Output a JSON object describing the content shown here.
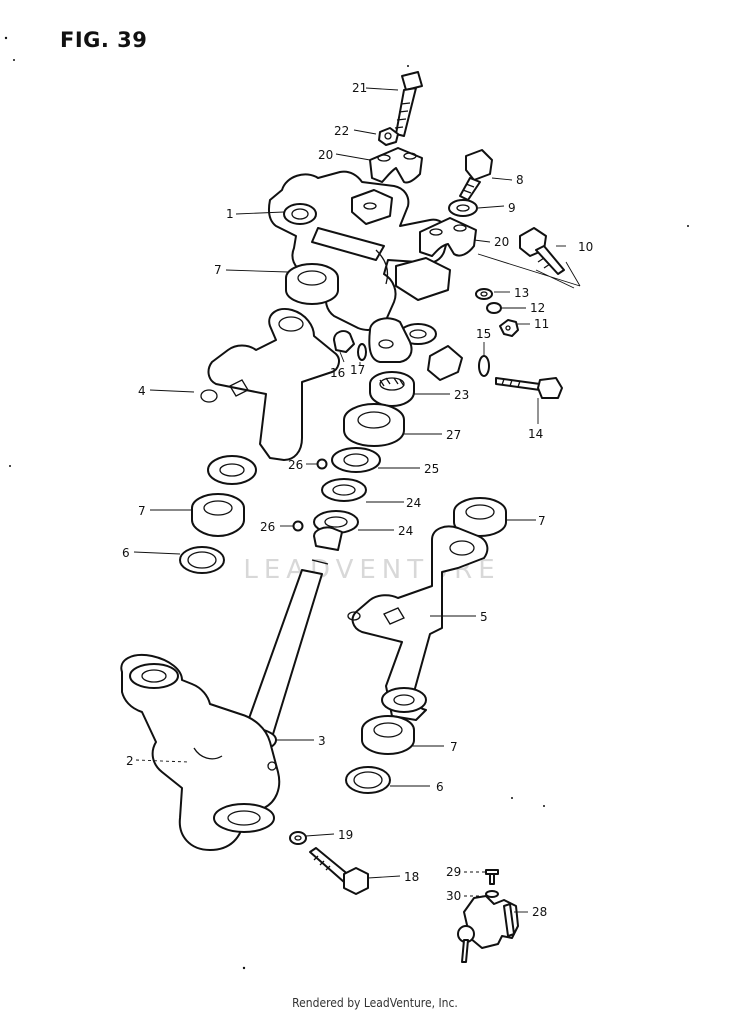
{
  "figure_label": "FIG. 39",
  "watermark": "LEADVENTURE",
  "footer": "Rendered by LeadVenture, Inc.",
  "callouts": [
    {
      "id": "c21",
      "label": "21"
    },
    {
      "id": "c22",
      "label": "22"
    },
    {
      "id": "c20a",
      "label": "20"
    },
    {
      "id": "c8",
      "label": "8"
    },
    {
      "id": "c1",
      "label": "1"
    },
    {
      "id": "c9",
      "label": "9"
    },
    {
      "id": "c20b",
      "label": "20"
    },
    {
      "id": "c10",
      "label": "10"
    },
    {
      "id": "c7a",
      "label": "7"
    },
    {
      "id": "c13",
      "label": "13"
    },
    {
      "id": "c12",
      "label": "12"
    },
    {
      "id": "c11",
      "label": "11"
    },
    {
      "id": "c15",
      "label": "15"
    },
    {
      "id": "c4",
      "label": "4"
    },
    {
      "id": "c16",
      "label": "16"
    },
    {
      "id": "c17",
      "label": "17"
    },
    {
      "id": "c23",
      "label": "23"
    },
    {
      "id": "c14",
      "label": "14"
    },
    {
      "id": "c27",
      "label": "27"
    },
    {
      "id": "c26a",
      "label": "26"
    },
    {
      "id": "c25",
      "label": "25"
    },
    {
      "id": "c7b",
      "label": "7"
    },
    {
      "id": "c24a",
      "label": "24"
    },
    {
      "id": "c7c",
      "label": "7"
    },
    {
      "id": "c26b",
      "label": "26"
    },
    {
      "id": "c24b",
      "label": "24"
    },
    {
      "id": "c6a",
      "label": "6"
    },
    {
      "id": "c5",
      "label": "5"
    },
    {
      "id": "c3",
      "label": "3"
    },
    {
      "id": "c7d",
      "label": "7"
    },
    {
      "id": "c2",
      "label": "2"
    },
    {
      "id": "c6b",
      "label": "6"
    },
    {
      "id": "c19",
      "label": "19"
    },
    {
      "id": "c18",
      "label": "18"
    },
    {
      "id": "c29",
      "label": "29"
    },
    {
      "id": "c30",
      "label": "30"
    },
    {
      "id": "c28",
      "label": "28"
    }
  ]
}
